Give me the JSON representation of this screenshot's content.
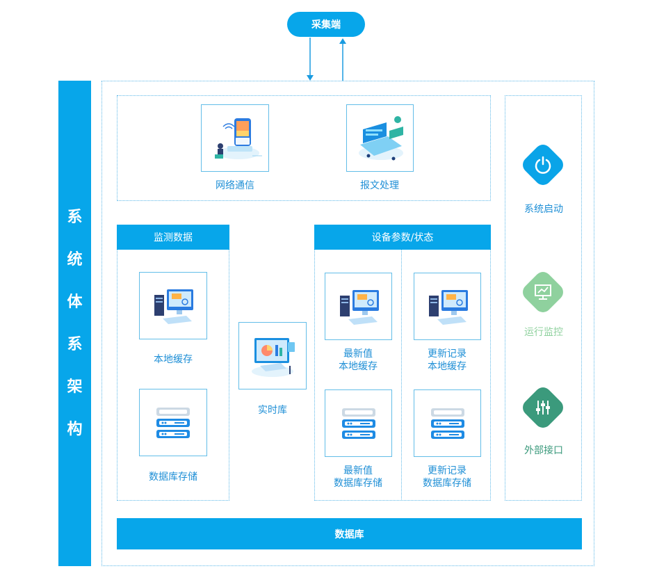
{
  "top": {
    "collector": "采集端"
  },
  "sidebar": {
    "title_chars": [
      "系",
      "统",
      "体",
      "系",
      "架",
      "构"
    ]
  },
  "network": {
    "label": "网络通信",
    "icon": "network-illustration-icon"
  },
  "message": {
    "label": "报文处理",
    "icon": "message-illustration-icon"
  },
  "monitor": {
    "header": "监测数据",
    "local_cache": "本地缓存",
    "db_storage": "数据库存储"
  },
  "realtime": {
    "label": "实时库"
  },
  "device": {
    "header": "设备参数/状态",
    "latest_cache": "最新值\n本地缓存",
    "update_cache": "更新记录\n本地缓存",
    "latest_db": "最新值\n数据库存储",
    "update_db": "更新记录\n数据库存储"
  },
  "right_panel": {
    "startup": {
      "label": "系统启动",
      "color": "#0aa4e8"
    },
    "monitoring": {
      "label": "运行监控",
      "color": "#8fd19e"
    },
    "interface": {
      "label": "外部接口",
      "color": "#3b9a7c"
    }
  },
  "database": {
    "label": "数据库"
  },
  "colors": {
    "primary": "#07a6ea",
    "border": "#5db8e8"
  }
}
